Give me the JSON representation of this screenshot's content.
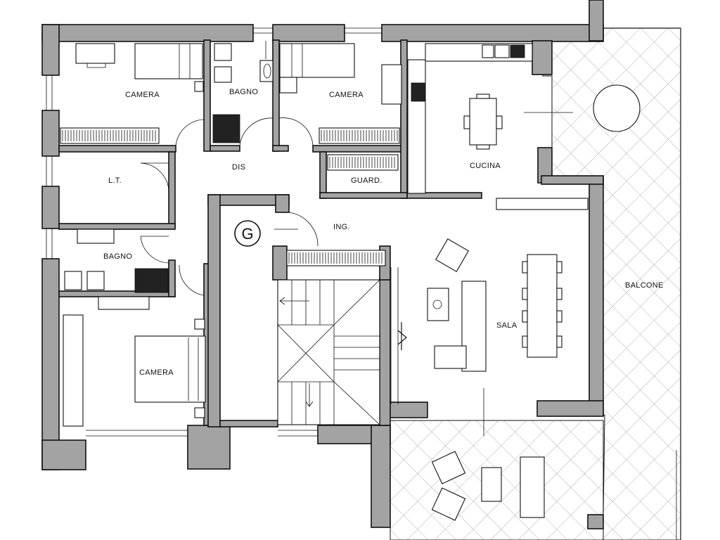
{
  "rooms": {
    "camera_1": "CAMERA",
    "bagno_1": "BAGNO",
    "camera_2": "CAMERA",
    "cucina": "CUCINA",
    "lt": "L.T.",
    "dis": "DIS",
    "guard": "GUARD.",
    "ing": "ING.",
    "bagno_2": "BAGNO",
    "sala": "SALA",
    "balcone": "BALCONE",
    "camera_3": "CAMERA"
  },
  "marker": {
    "letter": "G",
    "icon": "circle-g-icon"
  },
  "colors": {
    "wall_fill": "#a3a3a3",
    "line": "#111111",
    "background": "#ffffff"
  }
}
